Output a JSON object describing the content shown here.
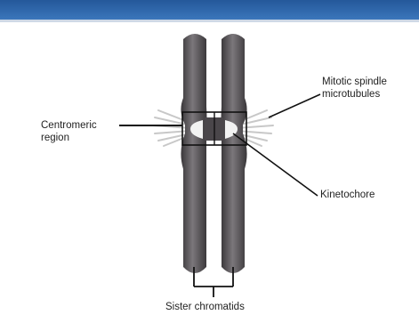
{
  "labels": {
    "centromeric": [
      "Centromeric",
      "region"
    ],
    "spindle": [
      "Mitotic spindle",
      "microtubules"
    ],
    "kinetochore": "Kinetochore",
    "sister_chromatids": "Sister chromatids"
  },
  "colors": {
    "header_bar": "#2f67aa",
    "chromatid_dark": "#3e3b3e",
    "chromatid_mid": "#6b676b",
    "chromatid_light": "#8f8a8f",
    "kinetochore": "#f2f2f2",
    "microtubules": "#c9c9c9",
    "leader_lines": "#111111"
  }
}
